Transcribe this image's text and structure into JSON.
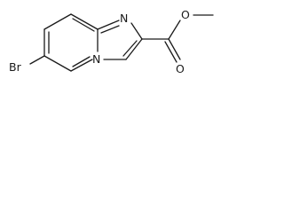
{
  "molecule": {
    "atoms": {
      "bromine": "Br",
      "nitrogen_imine": "N",
      "nitrogen_bridge": "N",
      "oxygen_carbonyl": "O",
      "oxygen_ester": "O"
    },
    "color": "#1a1a1a"
  }
}
